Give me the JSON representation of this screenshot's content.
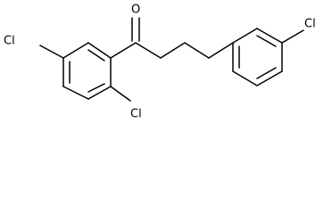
{
  "molecule": {
    "atoms": {
      "oxygen": "O",
      "chlorine_left": "Cl",
      "chlorine_bottom": "Cl",
      "chlorine_right": "Cl"
    },
    "colors": {
      "bond": "#000000",
      "background": "#ffffff"
    }
  }
}
